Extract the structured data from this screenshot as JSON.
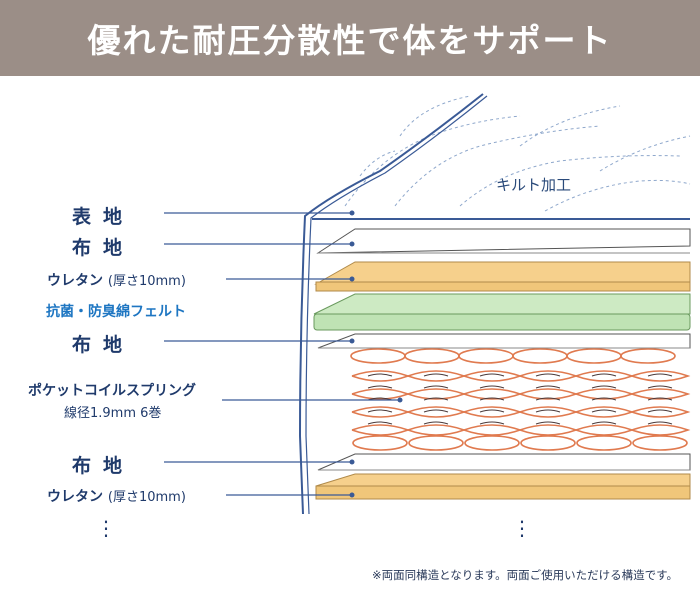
{
  "banner": {
    "title": "優れた耐圧分散性で体をサポート"
  },
  "labels": {
    "surface": "表地",
    "cloth1": "布地",
    "urethane1": "ウレタン",
    "urethane1_note": "(厚さ10mm)",
    "felt": "抗菌・防臭綿フェルト",
    "cloth2": "布地",
    "spring_title": "ポケットコイルスプリング",
    "spring_spec": "線径1.9mm 6巻",
    "cloth3": "布地",
    "urethane2": "ウレタン",
    "urethane2_note": "(厚さ10mm)"
  },
  "quilt_label": "キルト加工",
  "more_dots": "⋮",
  "footnote": "※両面同構造となります。両面ご使用いただける構造です。",
  "colors": {
    "banner": "#9b8e87",
    "label": "#1f3a6b",
    "accent": "#1e76c2",
    "urethane": "#f6d08c",
    "felt": "#bfe3b4",
    "coil": "#e07a4f",
    "outline": "#3a5a96"
  }
}
